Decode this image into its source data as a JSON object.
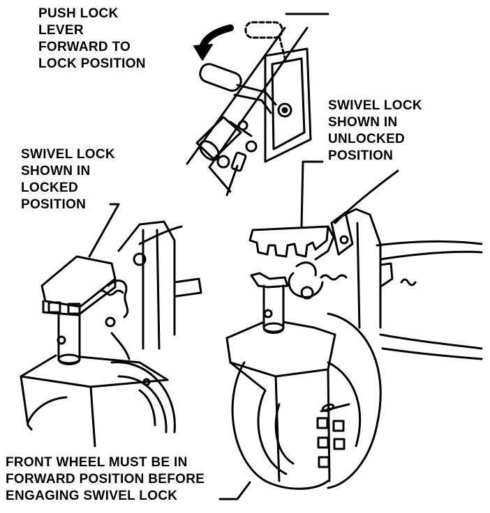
{
  "labels": {
    "push_lock": [
      "PUSH LOCK",
      "LEVER",
      "FORWARD TO",
      "LOCK POSITION"
    ],
    "unlocked": [
      "SWIVEL LOCK",
      "SHOWN IN",
      "UNLOCKED",
      "POSITION"
    ],
    "locked": [
      "SWIVEL LOCK",
      "SHOWN IN",
      "LOCKED",
      "POSITION"
    ],
    "front_wheel": [
      "FRONT WHEEL MUST BE IN",
      "FORWARD POSITION BEFORE",
      "ENGAGING SWIVEL LOCK"
    ]
  },
  "colors": {
    "ink": "#000000",
    "paper": "#ffffff"
  }
}
